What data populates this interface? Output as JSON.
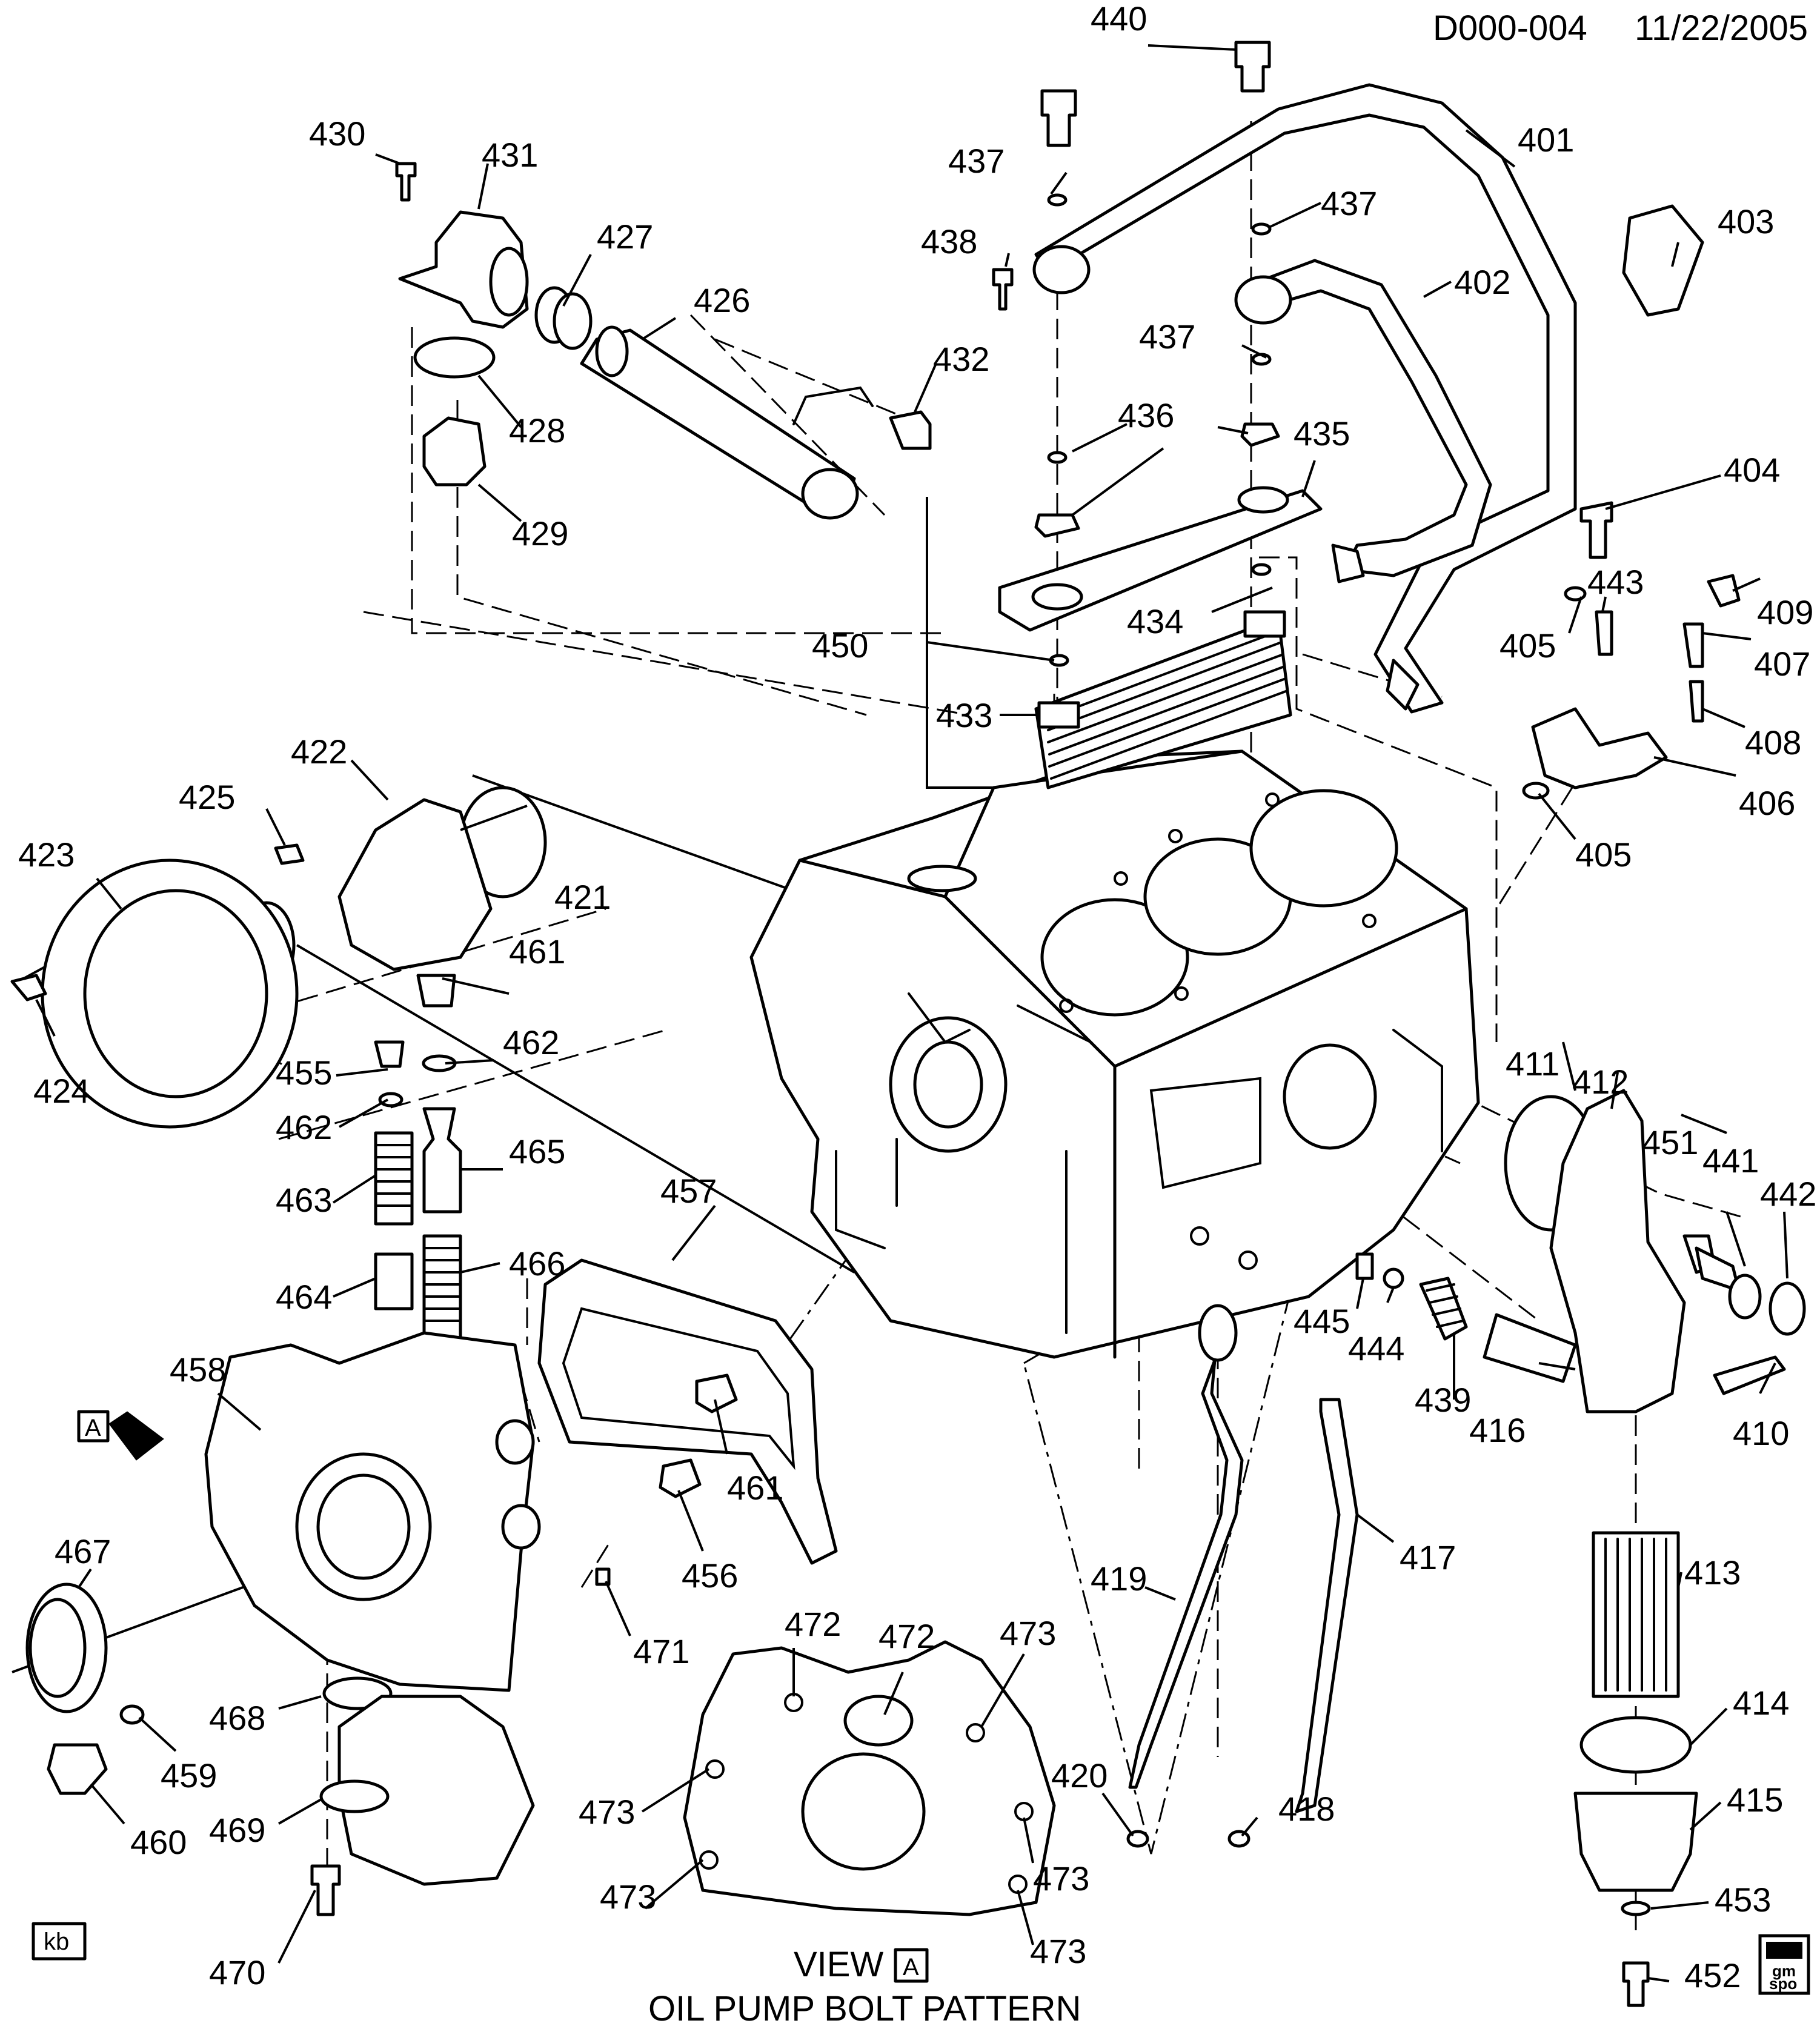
{
  "header": {
    "doc_id": "D000-004",
    "date": "11/22/2005"
  },
  "view_marker": "A",
  "caption": {
    "view_word": "VIEW",
    "view_letter": "A",
    "title": "OIL PUMP BOLT PATTERN"
  },
  "corner_tag": "kb",
  "logo": {
    "line1": "gm",
    "line2": "spo"
  },
  "callouts": {
    "401": "401",
    "402": "402",
    "403": "403",
    "404": "404",
    "405": "405",
    "406": "406",
    "407": "407",
    "408": "408",
    "409": "409",
    "410": "410",
    "411": "411",
    "412": "412",
    "413": "413",
    "414": "414",
    "415": "415",
    "416": "416",
    "417": "417",
    "418": "418",
    "419": "419",
    "420": "420",
    "421": "421",
    "422": "422",
    "423": "423",
    "424": "424",
    "425": "425",
    "426": "426",
    "427": "427",
    "428": "428",
    "429": "429",
    "430": "430",
    "431": "431",
    "432": "432",
    "433": "433",
    "434": "434",
    "435": "435",
    "436": "436",
    "437": "437",
    "438": "438",
    "439": "439",
    "440": "440",
    "441": "441",
    "442": "442",
    "443": "443",
    "444": "444",
    "445": "445",
    "450": "450",
    "451": "451",
    "452": "452",
    "453": "453",
    "455": "455",
    "456": "456",
    "457": "457",
    "458": "458",
    "459": "459",
    "460": "460",
    "461": "461",
    "462": "462",
    "463": "463",
    "464": "464",
    "465": "465",
    "466": "466",
    "467": "467",
    "468": "468",
    "469": "469",
    "470": "470",
    "471": "471",
    "472": "472",
    "473": "473"
  }
}
